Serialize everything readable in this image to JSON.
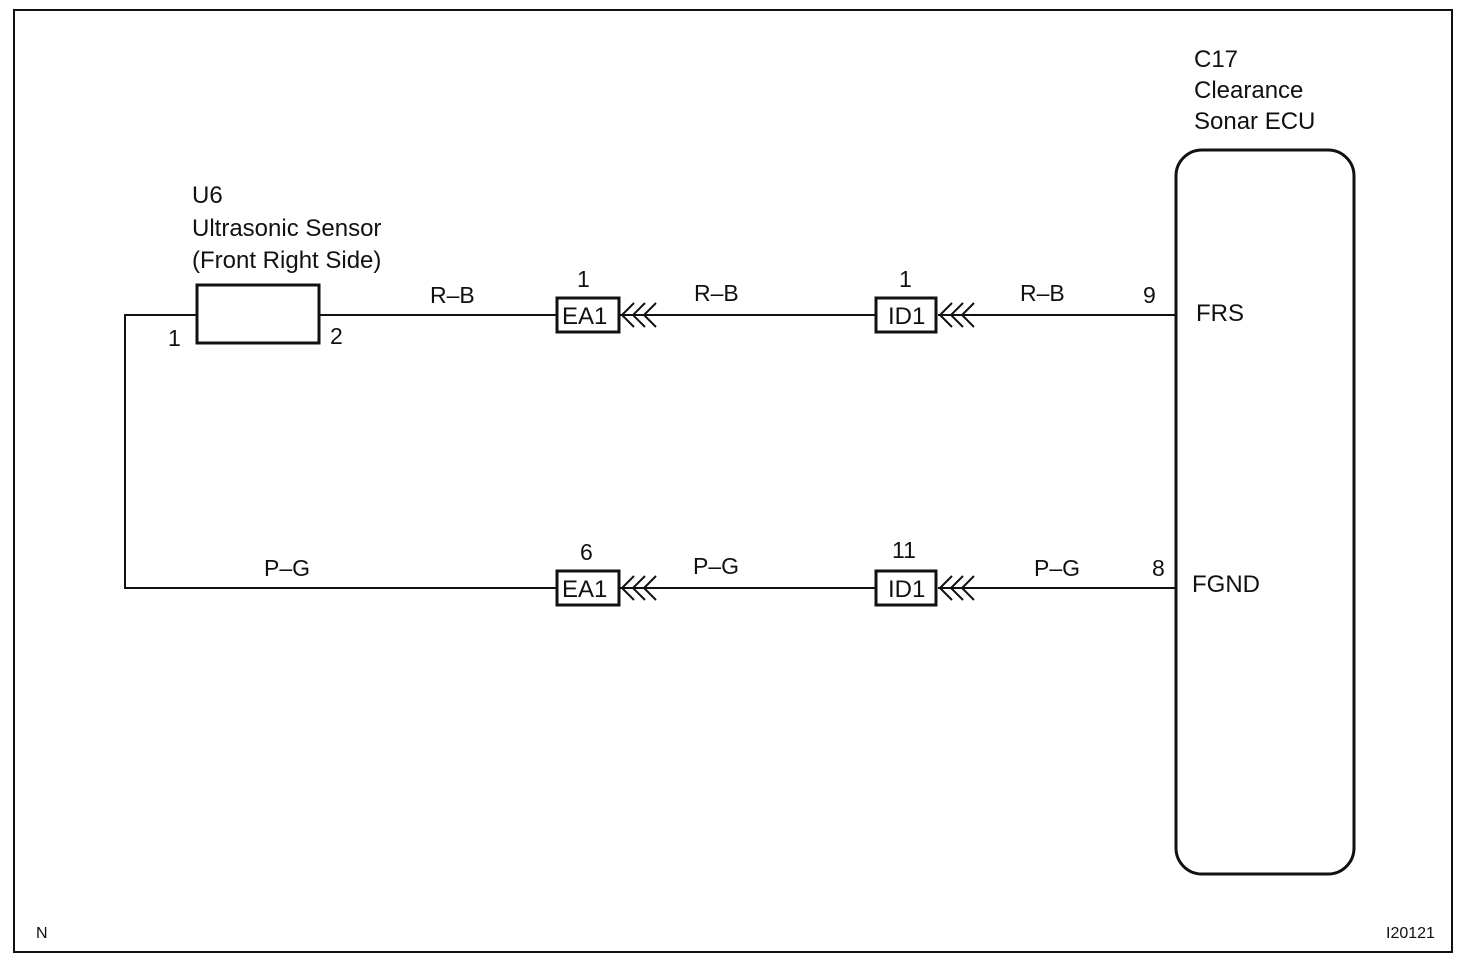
{
  "sensor": {
    "code": "U6",
    "name": "Ultrasonic Sensor",
    "location": "(Front Right Side)",
    "pin_left": "1",
    "pin_right": "2"
  },
  "ecu": {
    "code": "C17",
    "name_line1": "Clearance",
    "name_line2": "Sonar ECU",
    "pins": [
      {
        "pin": "9",
        "signal": "FRS"
      },
      {
        "pin": "8",
        "signal": "FGND"
      }
    ]
  },
  "connectors": {
    "ea1_top": {
      "label": "EA1",
      "pin": "1"
    },
    "id1_top": {
      "label": "ID1",
      "pin": "1"
    },
    "ea1_bottom": {
      "label": "EA1",
      "pin": "6"
    },
    "id1_bottom": {
      "label": "ID1",
      "pin": "11"
    }
  },
  "wires": {
    "top_seg1": "R–B",
    "top_seg2": "R–B",
    "top_seg3": "R–B",
    "bottom_seg1": "P–G",
    "bottom_seg2": "P–G",
    "bottom_seg3": "P–G"
  },
  "footer": {
    "left": "N",
    "right": "I20121"
  }
}
